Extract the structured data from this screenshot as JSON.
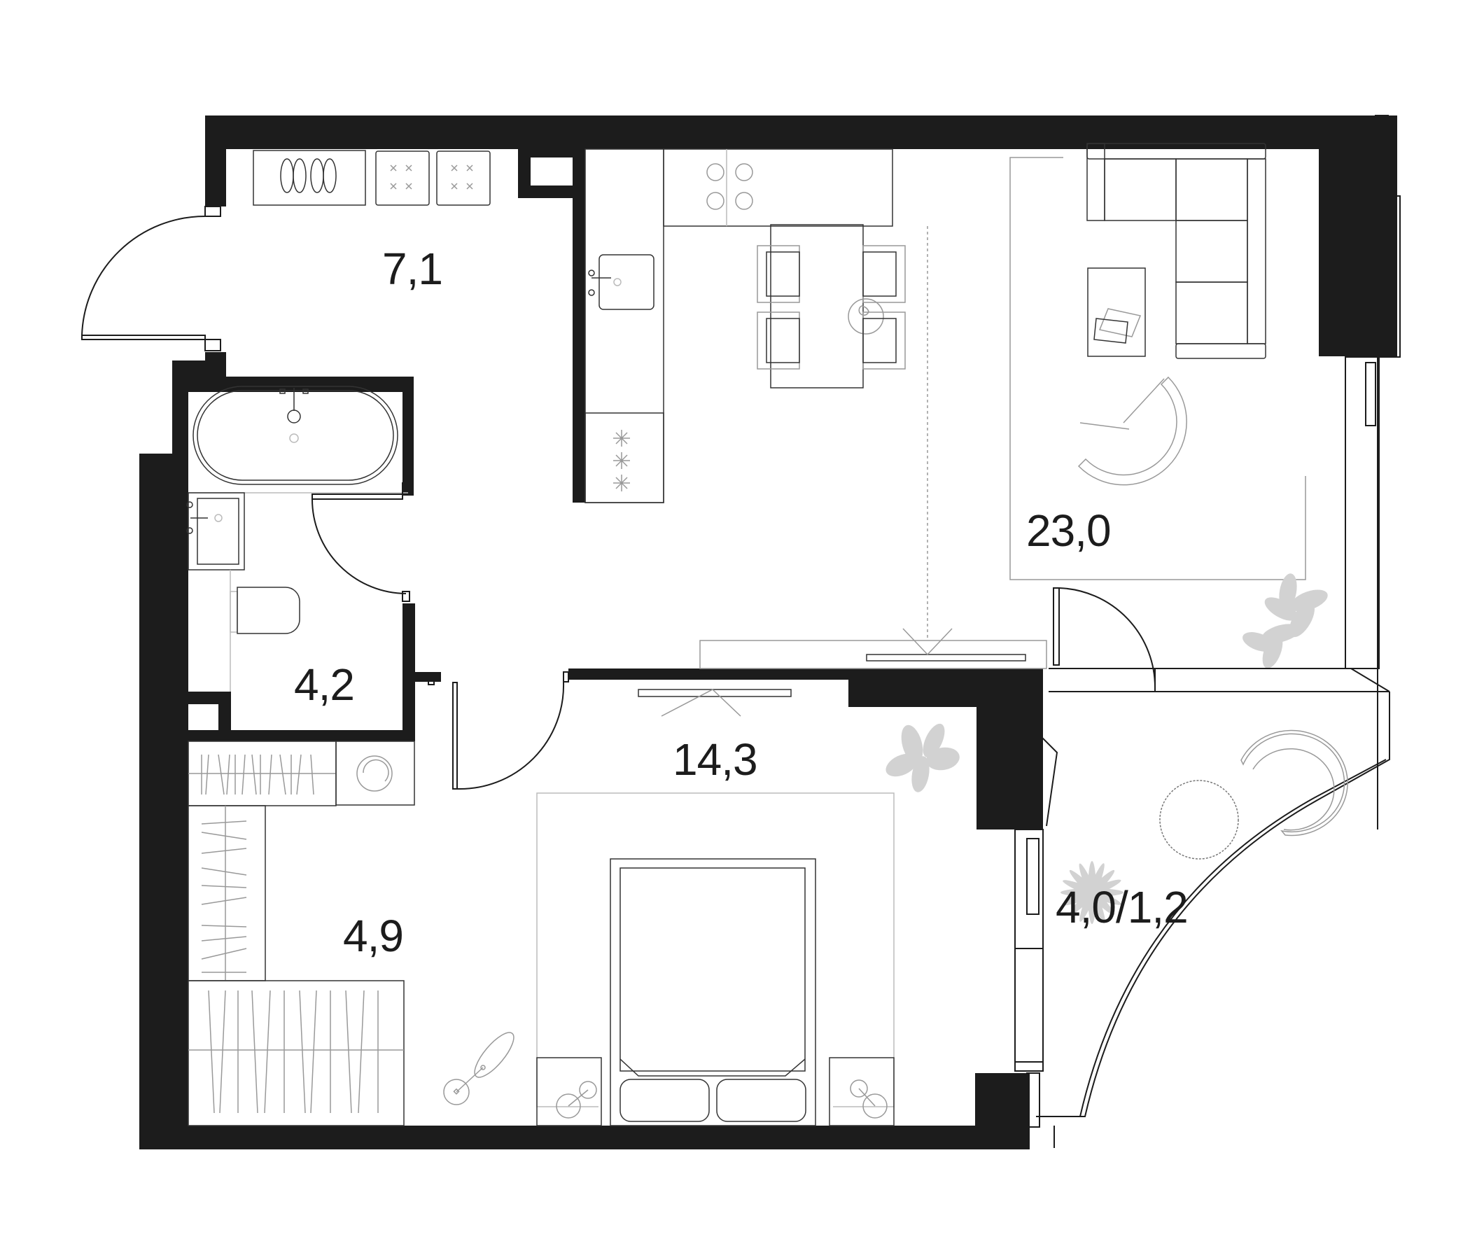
{
  "plan": {
    "type": "apartment-floor-plan",
    "colors": {
      "wall": "#1c1c1c",
      "furniture_line": "#333333",
      "decor_plant": "#d2d2d2",
      "background": "#ffffff"
    }
  },
  "rooms": [
    {
      "id": "hallway",
      "area_label": "7,1"
    },
    {
      "id": "bathroom",
      "area_label": "4,2"
    },
    {
      "id": "kitchen-living",
      "area_label": "23,0"
    },
    {
      "id": "bedroom",
      "area_label": "14,3"
    },
    {
      "id": "wardrobe",
      "area_label": "4,9"
    },
    {
      "id": "balcony",
      "area_label": "4,0/1,2"
    }
  ],
  "furniture": {
    "hallway": [
      "shoe-rack",
      "cabinet",
      "cabinet"
    ],
    "bathroom": [
      "bathtub",
      "washbasin",
      "toilet"
    ],
    "kitchen": [
      "stove",
      "countertop",
      "sink",
      "fridge",
      "dining-table",
      "chair",
      "chair",
      "chair",
      "chair"
    ],
    "living": [
      "corner-sofa",
      "coffee-table",
      "armchair",
      "rug",
      "tv-unit"
    ],
    "bedroom": [
      "double-bed",
      "nightstand",
      "nightstand",
      "rug",
      "tv-unit",
      "floor-lamp"
    ],
    "wardrobe": [
      "wardrobe-shelves",
      "washing-machine",
      "floor-lamp"
    ],
    "balcony": [
      "round-table",
      "armchair"
    ]
  }
}
